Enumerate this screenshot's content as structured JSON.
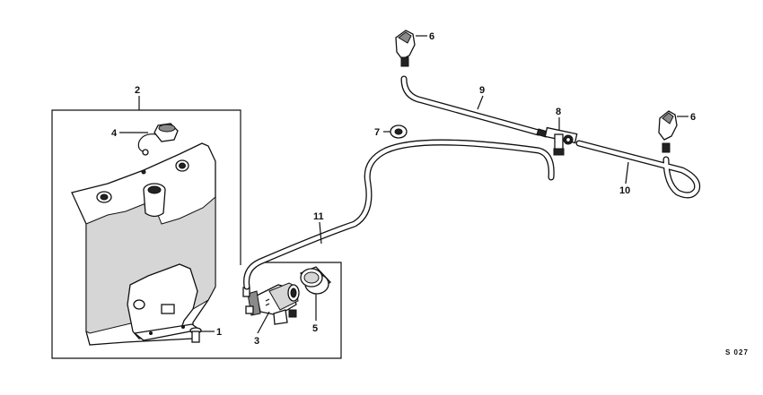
{
  "diagram": {
    "reference_code": "S 027",
    "callouts": [
      {
        "id": "callout-1",
        "label": "1"
      },
      {
        "id": "callout-2",
        "label": "2"
      },
      {
        "id": "callout-3",
        "label": "3"
      },
      {
        "id": "callout-4",
        "label": "4"
      },
      {
        "id": "callout-5",
        "label": "5"
      },
      {
        "id": "callout-6-left",
        "label": "6"
      },
      {
        "id": "callout-6-right",
        "label": "6"
      },
      {
        "id": "callout-7",
        "label": "7"
      },
      {
        "id": "callout-8",
        "label": "8"
      },
      {
        "id": "callout-9",
        "label": "9"
      },
      {
        "id": "callout-10",
        "label": "10"
      },
      {
        "id": "callout-11",
        "label": "11"
      }
    ]
  }
}
